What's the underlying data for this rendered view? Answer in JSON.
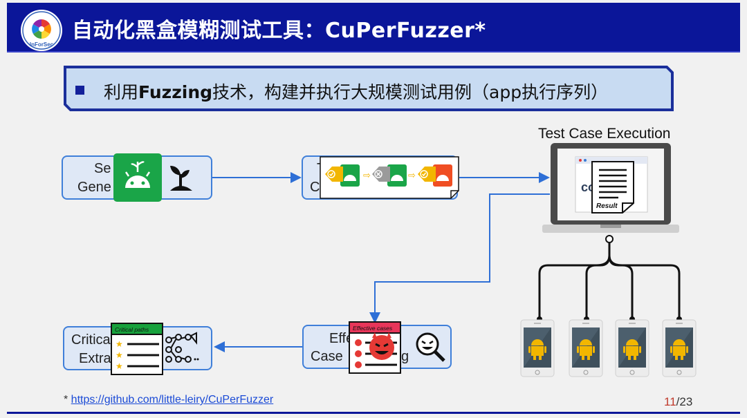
{
  "header": {
    "title": "自动化黑盒模糊测试工具：CuPerFuzzer*",
    "logo_text": "InForSec"
  },
  "banner": {
    "prefix": "利用",
    "highlight": "Fuzzing",
    "suffix": "技术，构建并执行大规模测试用例（app执行序列）"
  },
  "diagram": {
    "seed_box": {
      "line1": "Se",
      "line2": "Gene"
    },
    "testcase_box": {
      "line1": "T",
      "line2": "C"
    },
    "execution_label": "Test Case Execution",
    "screen_fragment": "co          r",
    "result_label": "Result",
    "effective_box": {
      "line1": "Effe",
      "line2": "Case",
      "tail": "g"
    },
    "effective_tag": "Effective cases",
    "critical_box": {
      "line1": "Critica",
      "line2": "Extra"
    },
    "critical_tag": "Critical paths"
  },
  "footer": {
    "note_prefix": "* ",
    "link": "https://github.com/little-leiry/CuPerFuzzer",
    "page_current": "11",
    "page_total": "/23"
  },
  "colors": {
    "header_bg": "#0b1699",
    "box_border": "#3f7fd9",
    "box_fill": "#dfe8f6",
    "android_green": "#1aa548",
    "android_yellow": "#f2b600",
    "critical_tag_green": "#17a13c",
    "effective_tag_red": "#e8365a"
  }
}
